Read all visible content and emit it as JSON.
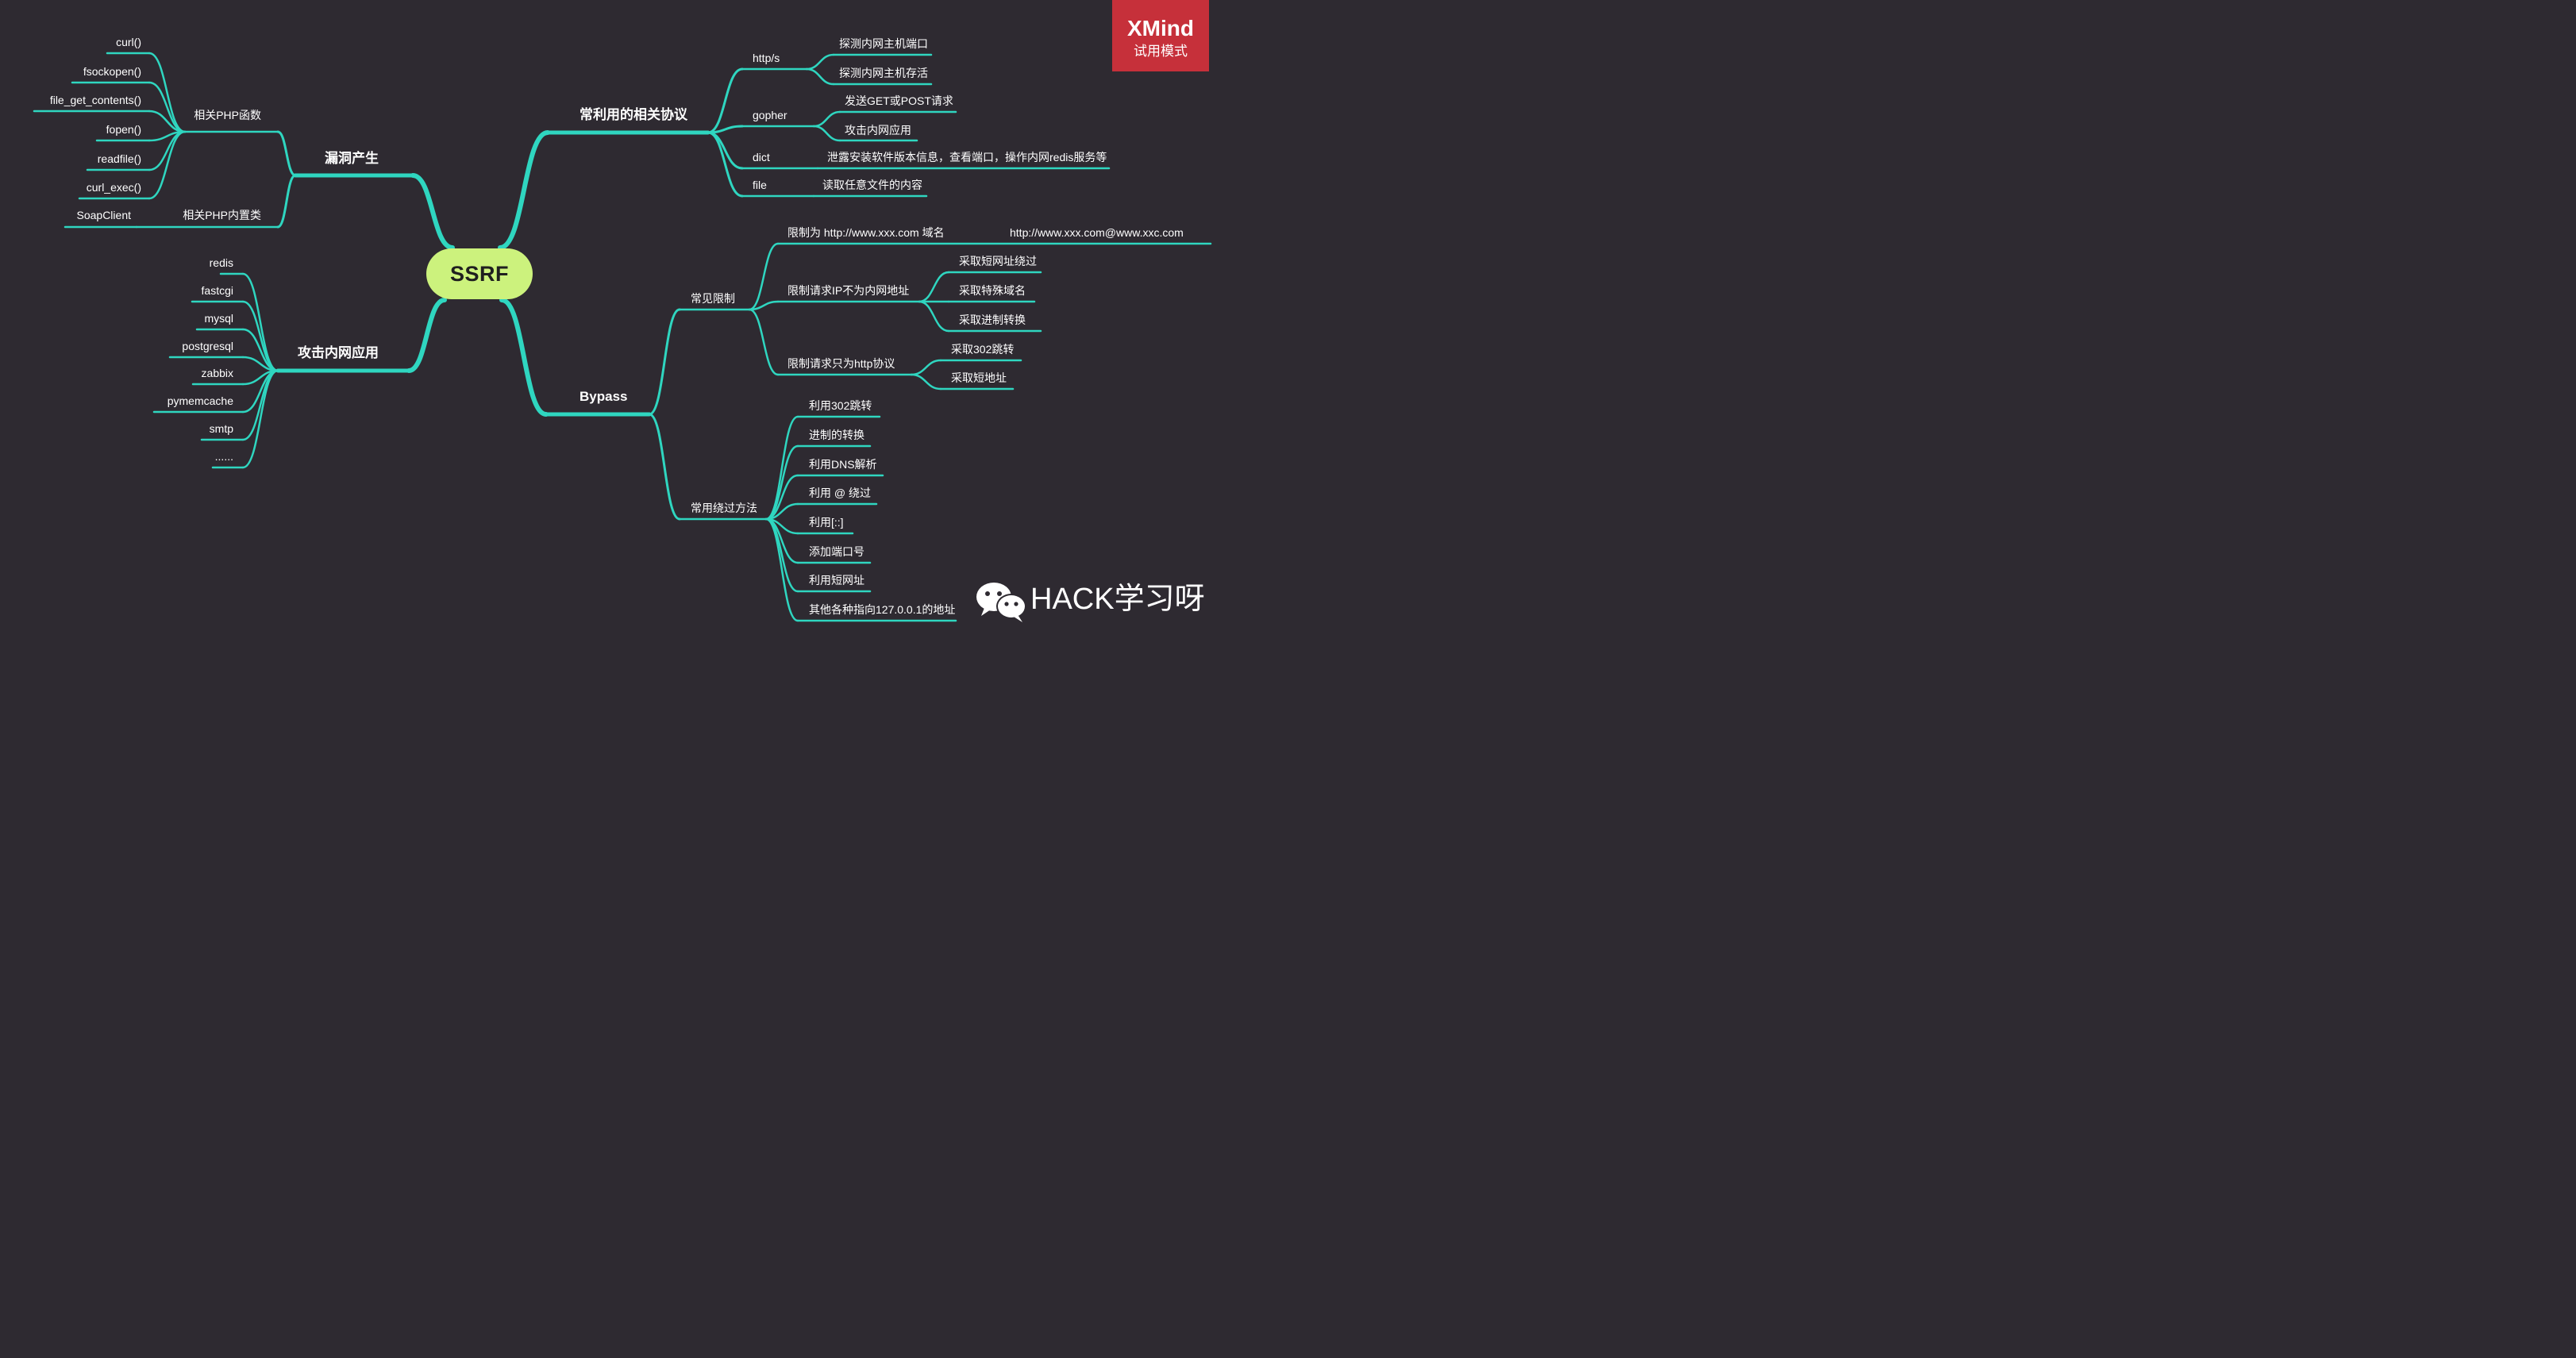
{
  "root": "SSRF",
  "badge": {
    "brand": "XMind",
    "mode": "试用模式"
  },
  "watermark": "HACK学习呀",
  "icons": {
    "watermark": "wechat-logo-icon"
  },
  "colors": {
    "background": "#2e2a31",
    "branch": "#2fd6c0",
    "root": "#ccf27d",
    "badge": "#c6303a"
  },
  "branches": {
    "vuln": {
      "label": "漏洞产生",
      "php_functions": {
        "label": "相关PHP函数",
        "items": [
          "curl()",
          "fsockopen()",
          "file_get_contents()",
          "fopen()",
          "readfile()",
          "curl_exec()"
        ]
      },
      "php_classes": {
        "label": "相关PHP内置类",
        "items": [
          "SoapClient"
        ]
      }
    },
    "attack": {
      "label": "攻击内网应用",
      "items": [
        "redis",
        "fastcgi",
        "mysql",
        "postgresql",
        "zabbix",
        "pymemcache",
        "smtp",
        "......"
      ]
    },
    "protocols": {
      "label": "常利用的相关协议",
      "http": {
        "label": "http/s",
        "items": [
          "探测内网主机端口",
          "探测内网主机存活"
        ]
      },
      "gopher": {
        "label": "gopher",
        "items": [
          "发送GET或POST请求",
          "攻击内网应用"
        ]
      },
      "dict": {
        "label": "dict",
        "items": [
          "泄露安装软件版本信息，查看端口，操作内网redis服务等"
        ]
      },
      "file": {
        "label": "file",
        "items": [
          "读取任意文件的内容"
        ]
      }
    },
    "bypass": {
      "label": "Bypass",
      "limits": {
        "label": "常见限制",
        "domain": {
          "label": "限制为 http://www.xxx.com 域名",
          "items": [
            "http://www.xxx.com@www.xxc.com"
          ]
        },
        "ip": {
          "label": "限制请求IP不为内网地址",
          "items": [
            "采取短网址绕过",
            "采取特殊域名",
            "采取进制转换"
          ]
        },
        "http_only": {
          "label": "限制请求只为http协议",
          "items": [
            "采取302跳转",
            "采取短地址"
          ]
        }
      },
      "methods": {
        "label": "常用绕过方法",
        "items": [
          "利用302跳转",
          "进制的转换",
          "利用DNS解析",
          "利用 @ 绕过",
          "利用[::]",
          "添加端口号",
          "利用短网址",
          "其他各种指向127.0.0.1的地址"
        ]
      }
    }
  }
}
